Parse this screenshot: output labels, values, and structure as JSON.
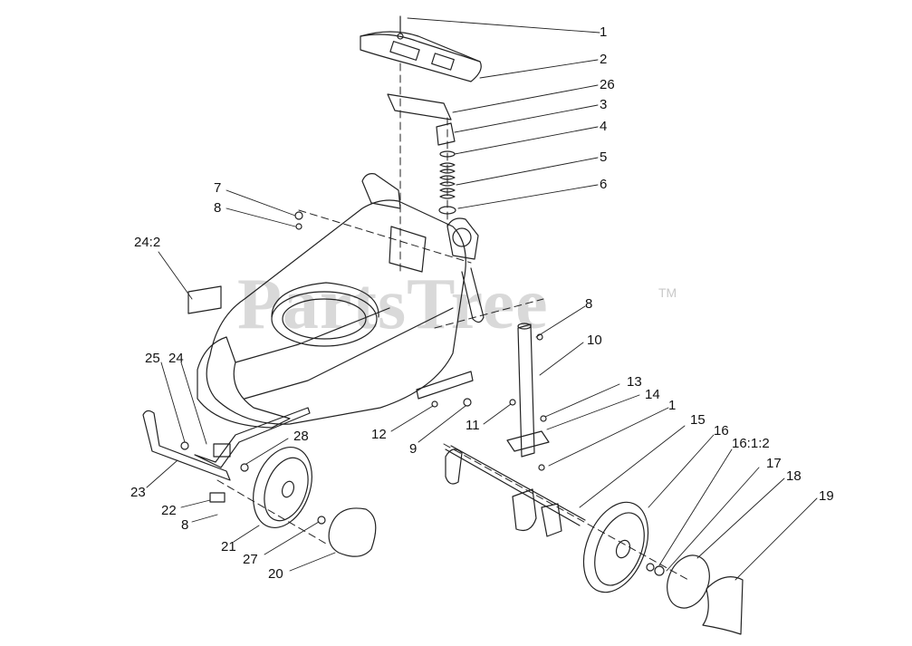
{
  "watermark": {
    "text": "PartsTree",
    "trademark": "TM"
  },
  "callouts": [
    "1",
    "2",
    "26",
    "3",
    "4",
    "5",
    "6",
    "7",
    "8",
    "24:2",
    "25",
    "24",
    "23",
    "22",
    "8",
    "21",
    "27",
    "20",
    "28",
    "12",
    "9",
    "11",
    "8",
    "10",
    "13",
    "14",
    "1",
    "15",
    "16",
    "16:1:2",
    "17",
    "18",
    "19"
  ]
}
